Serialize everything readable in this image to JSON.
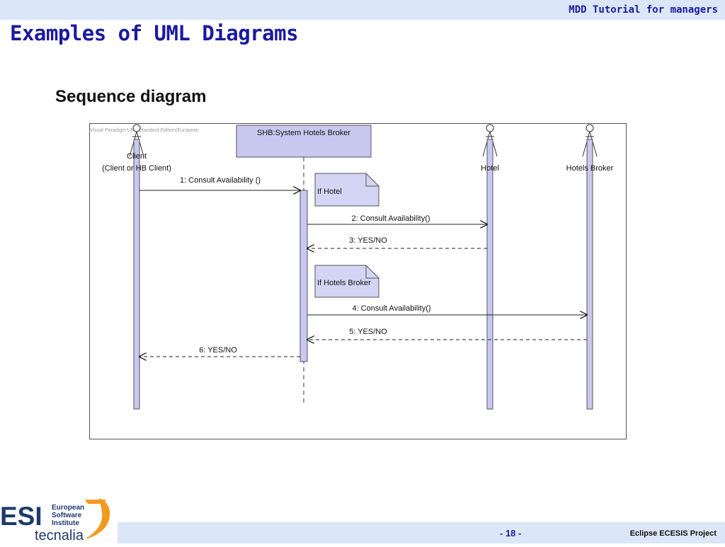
{
  "header": {
    "tutorial_title": "MDD Tutorial for managers",
    "slide_title": "Examples of UML Diagrams"
  },
  "content": {
    "subtitle": "Sequence diagram"
  },
  "diagram": {
    "watermark": "Visual Paradigm    UML Standard Edition(European",
    "lifelines": {
      "client_name": "Client",
      "client_subtitle": "(Client or HB Client)",
      "system": "SHB:System Hotels Broker",
      "hotel": "Hotel",
      "broker": "Hotels Broker"
    },
    "notes": {
      "if_hotel": "If Hotel",
      "if_broker": "If Hotels Broker"
    },
    "messages": {
      "m1": "1: Consult Availability ()",
      "m2": "2: Consult Availability()",
      "m3": "3: YES/NO",
      "m4": "4: Consult Availability()",
      "m5": "5: YES/NO",
      "m6": "6: YES/NO"
    }
  },
  "footer": {
    "page_number": "- 18 -",
    "project": "Eclipse ECESIS Project"
  },
  "logo": {
    "esi": "ESI",
    "line1": "European",
    "line2": "Software",
    "line3": "Institute",
    "brand": "tecnalia"
  },
  "colors": {
    "title_blue": "#1a1aa0",
    "band": "#dbe7f8",
    "lifeline_fill": "#c8c8f0",
    "note_fill": "#d4d4f4",
    "logo_navy": "#1d3a6e",
    "logo_orange": "#f29a1f"
  }
}
